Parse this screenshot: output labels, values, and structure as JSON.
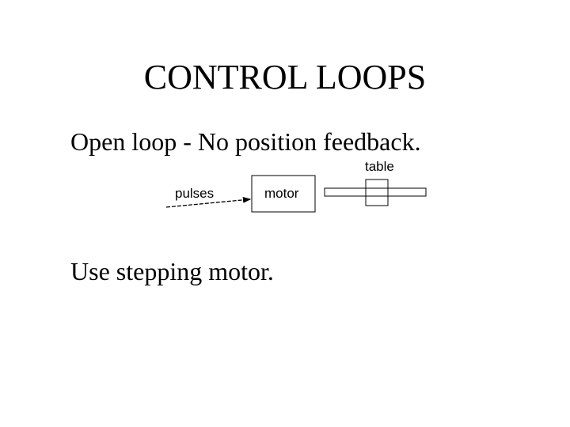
{
  "slide": {
    "title": "CONTROL LOOPS",
    "bullets": [
      "Open loop - No position feedback.",
      "Use stepping motor."
    ]
  },
  "diagram": {
    "input_label": "pulses",
    "motor_label": "motor",
    "table_label": "table"
  }
}
